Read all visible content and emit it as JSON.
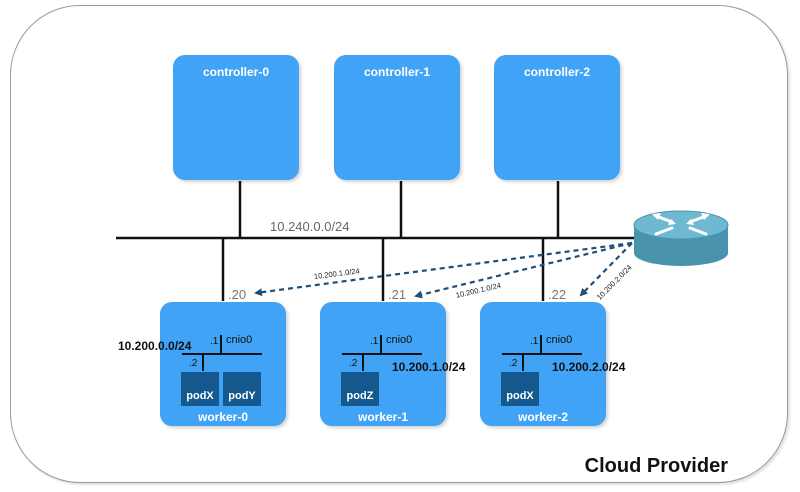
{
  "provider_label": "Cloud Provider",
  "network": {
    "cidr": "10.240.0.0/24"
  },
  "controllers": [
    {
      "name": "controller-0"
    },
    {
      "name": "controller-1"
    },
    {
      "name": "controller-2"
    }
  ],
  "workers": [
    {
      "name": "worker-0",
      "ip_suffix": ".20",
      "pod_cidr": "10.200.0.0/24",
      "bridge": "cnio0",
      "bridge_ip": ".1",
      "pod_ip": ".2",
      "pods": [
        "podX",
        "podY"
      ]
    },
    {
      "name": "worker-1",
      "ip_suffix": ".21",
      "pod_cidr": "10.200.1.0/24",
      "bridge": "cnio0",
      "bridge_ip": ".1",
      "pod_ip": ".2",
      "pods": [
        "podZ"
      ]
    },
    {
      "name": "worker-2",
      "ip_suffix": ".22",
      "pod_cidr": "10.200.2.0/24",
      "bridge": "cnio0",
      "bridge_ip": ".1",
      "pod_ip": ".2",
      "pods": [
        "podX"
      ]
    }
  ],
  "routes": [
    {
      "label": "10.200.1.0/24"
    },
    {
      "label": "10.200.1.0/24"
    },
    {
      "label": "10.200.2.0/24"
    }
  ],
  "colors": {
    "box": "#40a3f5",
    "pod": "#15588e",
    "route_arrow": "#1f4e79",
    "router": "#5aa6bf"
  },
  "icons": {
    "router": "router-icon"
  }
}
